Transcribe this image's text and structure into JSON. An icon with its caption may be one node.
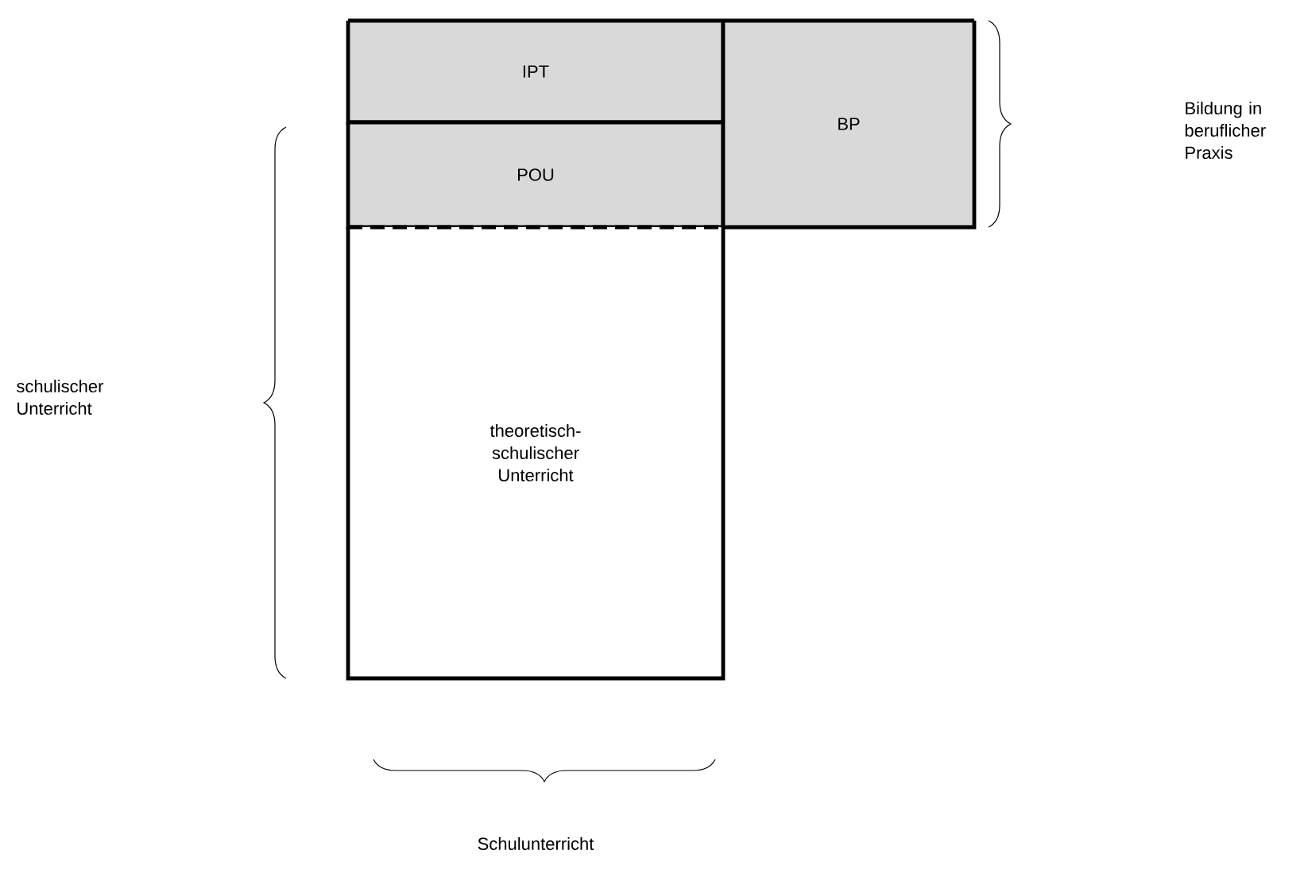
{
  "diagram": {
    "nodes": [
      {
        "text": [
          "IPT"
        ]
      },
      {
        "text": [
          "POU"
        ]
      },
      {
        "text": [
          "BP"
        ]
      },
      {
        "text": [
          "theoretisch-schulischer Unterricht"
        ]
      }
    ],
    "labels": [
      "Bildung in beruflicher Praxis",
      "schulischer Unterricht",
      "Schulunterricht"
    ]
  }
}
